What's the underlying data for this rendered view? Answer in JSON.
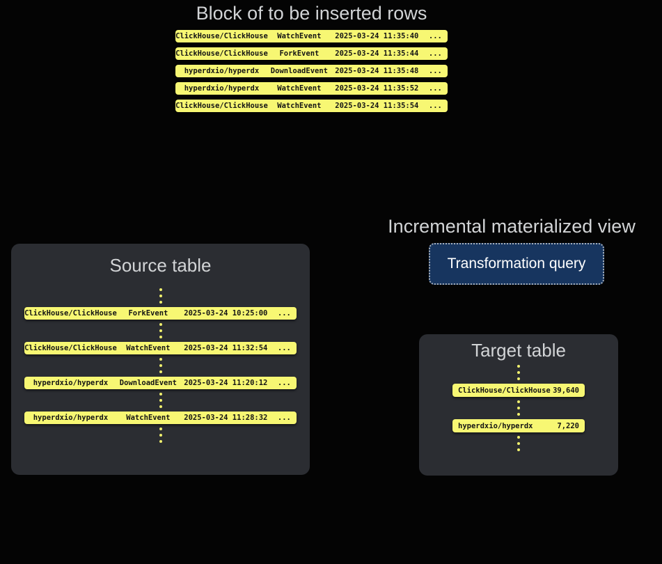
{
  "colors": {
    "page_bg": "#040404",
    "panel_bg": "#2b2d32",
    "row_bg": "#f7f773",
    "row_text": "#141414",
    "title_color": "#d2d4d6",
    "button_bg": "#17355f",
    "button_text": "#ffffff",
    "button_border": "#a9b1bb",
    "dot_color": "#f0f06e"
  },
  "insert_block": {
    "title": "Block of to be inserted rows",
    "rows": [
      {
        "repo": "ClickHouse/ClickHouse",
        "event": "WatchEvent",
        "timestamp": "2025-03-24 11:35:40",
        "more": "..."
      },
      {
        "repo": "ClickHouse/ClickHouse",
        "event": "ForkEvent",
        "timestamp": "2025-03-24 11:35:44",
        "more": "..."
      },
      {
        "repo": "hyperdxio/hyperdx",
        "event": "DownloadEvent",
        "timestamp": "2025-03-24 11:35:48",
        "more": "..."
      },
      {
        "repo": "hyperdxio/hyperdx",
        "event": "WatchEvent",
        "timestamp": "2025-03-24 11:35:52",
        "more": "..."
      },
      {
        "repo": "ClickHouse/ClickHouse",
        "event": "WatchEvent",
        "timestamp": "2025-03-24 11:35:54",
        "more": "..."
      }
    ]
  },
  "source_table": {
    "title": "Source table",
    "rows": [
      {
        "repo": "ClickHouse/ClickHouse",
        "event": "ForkEvent",
        "timestamp": "2025-03-24 10:25:00",
        "more": "..."
      },
      {
        "repo": "ClickHouse/ClickHouse",
        "event": "WatchEvent",
        "timestamp": "2025-03-24 11:32:54",
        "more": "..."
      },
      {
        "repo": "hyperdxio/hyperdx",
        "event": "DownloadEvent",
        "timestamp": "2025-03-24 11:20:12",
        "more": "..."
      },
      {
        "repo": "hyperdxio/hyperdx",
        "event": "WatchEvent",
        "timestamp": "2025-03-24 11:28:32",
        "more": "..."
      }
    ]
  },
  "materialized_view": {
    "title": "Incremental materialized view",
    "button_label": "Transformation query"
  },
  "target_table": {
    "title": "Target table",
    "rows": [
      {
        "repo": "ClickHouse/ClickHouse",
        "count": "39,640"
      },
      {
        "repo": "hyperdxio/hyperdx",
        "count": "7,220"
      }
    ]
  }
}
